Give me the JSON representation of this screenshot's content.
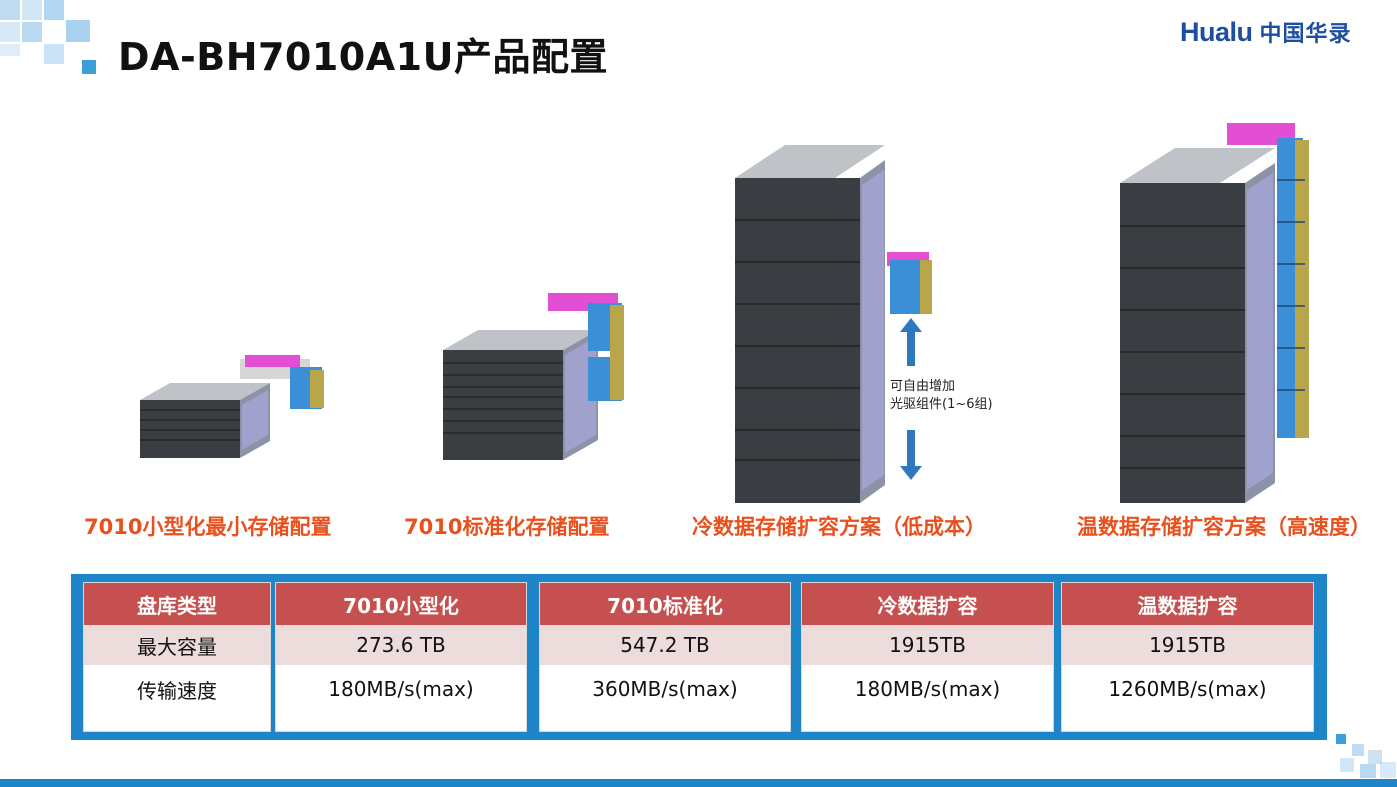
{
  "title": "DA-BH7010A1U产品配置",
  "logo": {
    "en": "Hualu",
    "cn": "中国华录"
  },
  "configs": [
    {
      "caption": "7010小型化最小存储配置"
    },
    {
      "caption": "7010标准化存储配置"
    },
    {
      "caption": "冷数据存储扩容方案（低成本）"
    },
    {
      "caption": "温数据存储扩容方案（高速度）"
    }
  ],
  "note": {
    "line1": "可自由增加",
    "line2": "光驱组件(1~6组)"
  },
  "table": {
    "columns": [
      {
        "header": "盘库类型",
        "capacity": "最大容量",
        "speed": "传输速度"
      },
      {
        "header": "7010小型化",
        "capacity": "273.6 TB",
        "speed": "180MB/s(max)"
      },
      {
        "header": "7010标准化",
        "capacity": "547.2 TB",
        "speed": "360MB/s(max)"
      },
      {
        "header": "冷数据扩容",
        "capacity": "1915TB",
        "speed": "180MB/s(max)"
      },
      {
        "header": "温数据扩容",
        "capacity": "1915TB",
        "speed": "1260MB/s(max)"
      }
    ]
  },
  "colors": {
    "accent": "#e8501e",
    "header_red": "#c5504f",
    "frame_blue": "#1e85c9",
    "brand_blue": "#1d4ea0"
  }
}
